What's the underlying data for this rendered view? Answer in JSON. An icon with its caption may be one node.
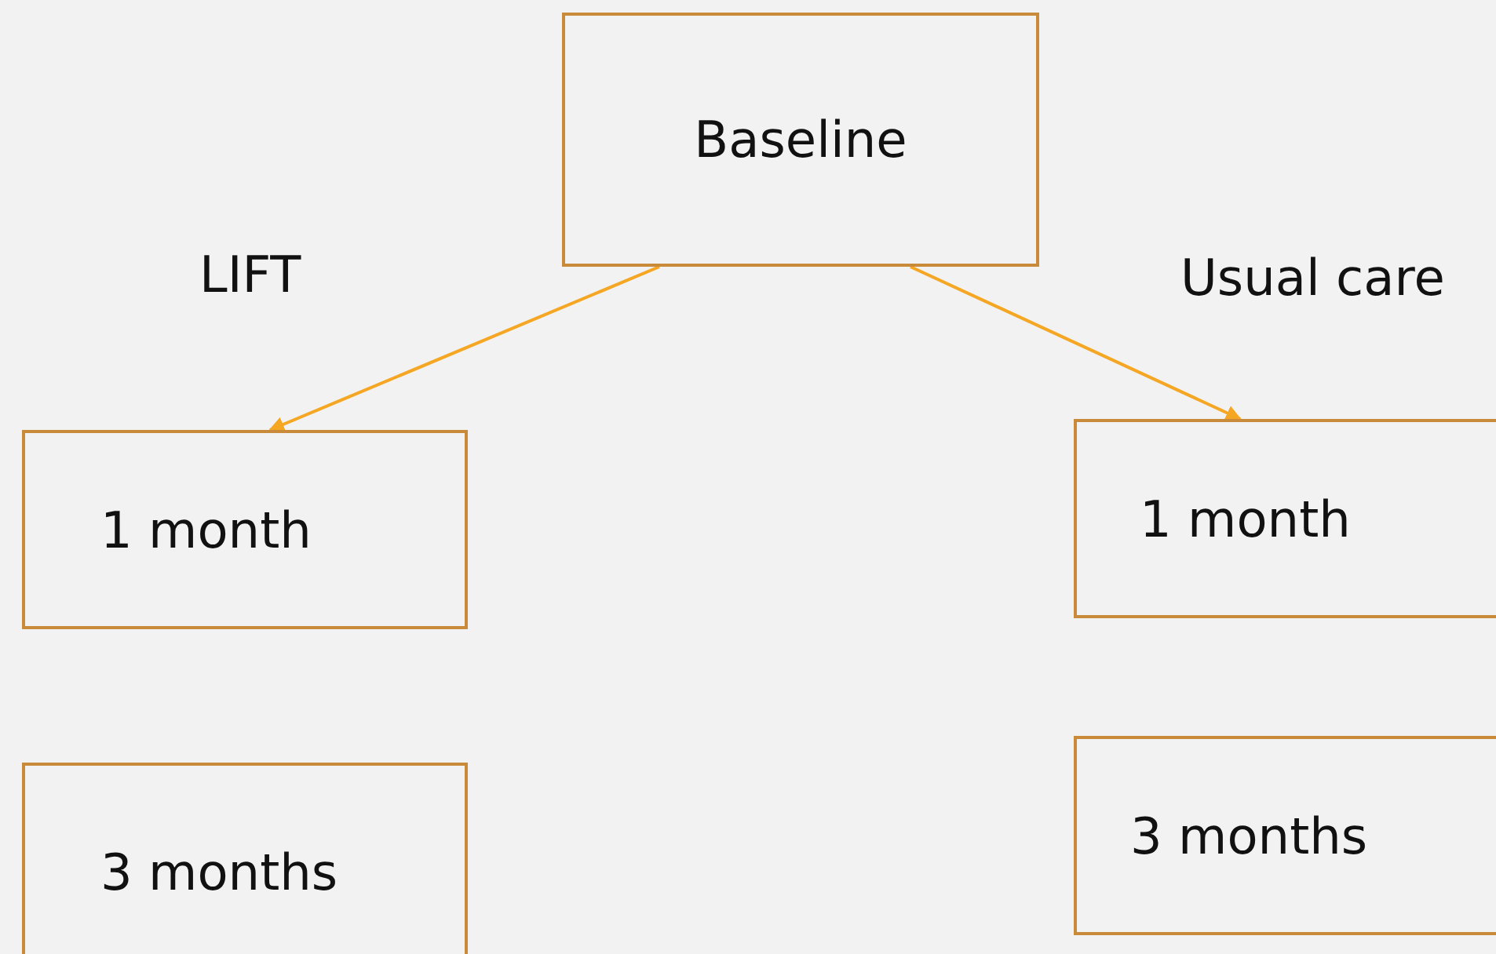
{
  "diagram": {
    "nodes": [
      {
        "text": [
          "Baseline"
        ]
      },
      {
        "text": [
          "1 month"
        ]
      },
      {
        "text": [
          "3 months"
        ]
      },
      {
        "text": [
          "1 month"
        ]
      },
      {
        "text": [
          "3 months"
        ]
      }
    ],
    "edges": [
      {
        "from": 0,
        "to": 1,
        "arrow": "to"
      },
      {
        "from": 0,
        "to": 3,
        "arrow": "to"
      }
    ],
    "labels": [
      "LIFT",
      "Usual care"
    ]
  }
}
